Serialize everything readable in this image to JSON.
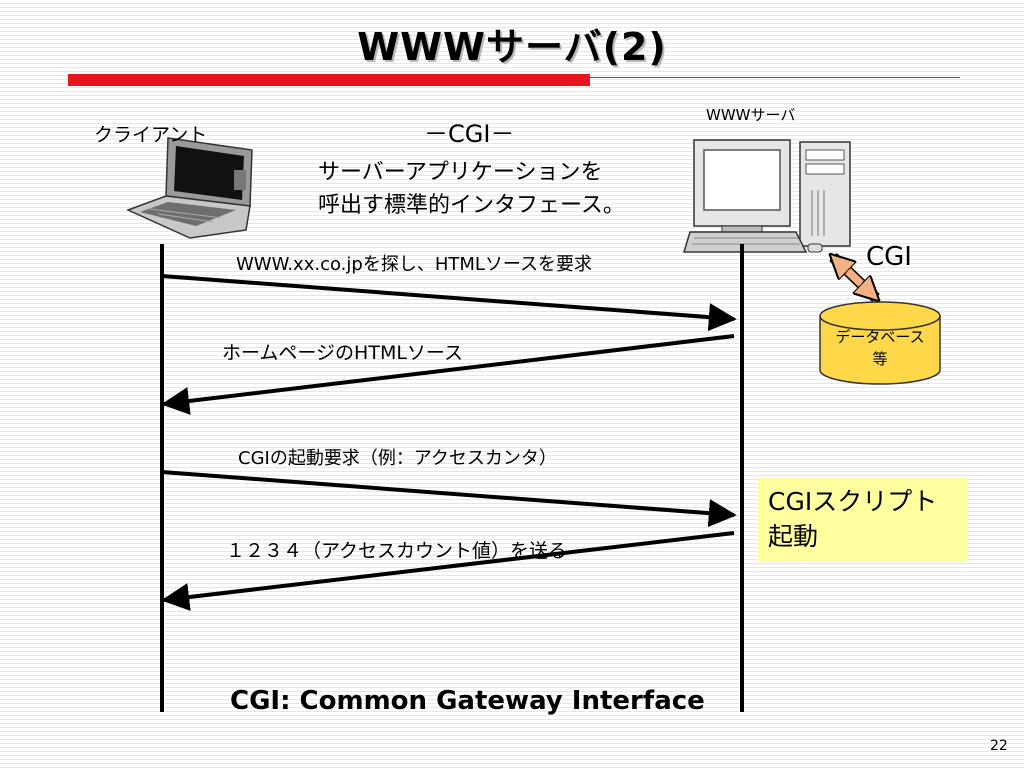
{
  "slide": {
    "title": "WWWサーバ(2)",
    "page_number": "22"
  },
  "actors": {
    "client_label": "クライアント",
    "server_label": "WWWサーバ"
  },
  "cgi_header": "－CGI－",
  "description_lines": [
    "サーバーアプリケーションを",
    "呼出す標準的インタフェース。"
  ],
  "messages": [
    {
      "text": "WWW.xx.co.jpを探し、HTMLソースを要求",
      "direction": "client-to-server"
    },
    {
      "text": "ホームページのHTMLソース",
      "direction": "server-to-client"
    },
    {
      "text": "CGIの起動要求（例：アクセスカンタ）",
      "direction": "client-to-server"
    },
    {
      "text": "１２３４（アクセスカウント値）を送る",
      "direction": "server-to-client"
    }
  ],
  "cgi_link_label": "CGI",
  "database_label_lines": [
    "データベース",
    "等"
  ],
  "script_box_lines": [
    "CGIスクリプト",
    "起動"
  ],
  "footer": "CGI: Common Gateway Interface",
  "colors": {
    "accent_red": "#e8141e",
    "database_fill": "#ffd84a",
    "script_box_fill": "#ffffa0",
    "link_arrow": "#f4b183"
  },
  "icons": [
    "laptop-icon",
    "desktop-computer-icon",
    "database-cylinder-icon"
  ]
}
